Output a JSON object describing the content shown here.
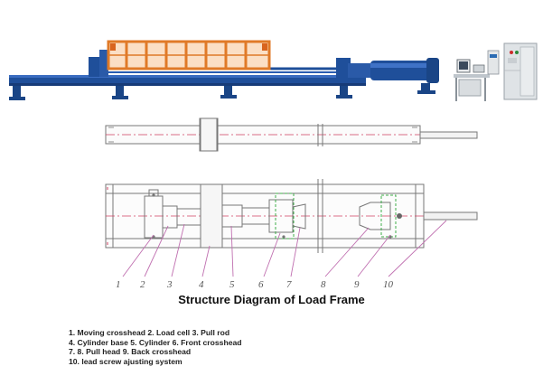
{
  "diagram": {
    "title": "Structure Diagram of Load Frame",
    "callouts": [
      "1",
      "2",
      "3",
      "4",
      "5",
      "6",
      "7",
      "8",
      "9",
      "10"
    ],
    "legend_lines": [
      "1. Moving crosshead  2. Load cell  3. Pull rod",
      "4. Cylinder base  5. Cylinder  6. Front crosshead",
      "7. 8. Pull head    9. Back crosshead",
      "10. lead screw ajusting system"
    ]
  },
  "colors": {
    "machine_blue": "#1f4f9a",
    "frame_orange": "#e07a28",
    "drawing_line": "#777777",
    "centerline_red": "#d04060",
    "leader_magenta": "#c06fb0",
    "highlight_green": "#3fae4a"
  }
}
